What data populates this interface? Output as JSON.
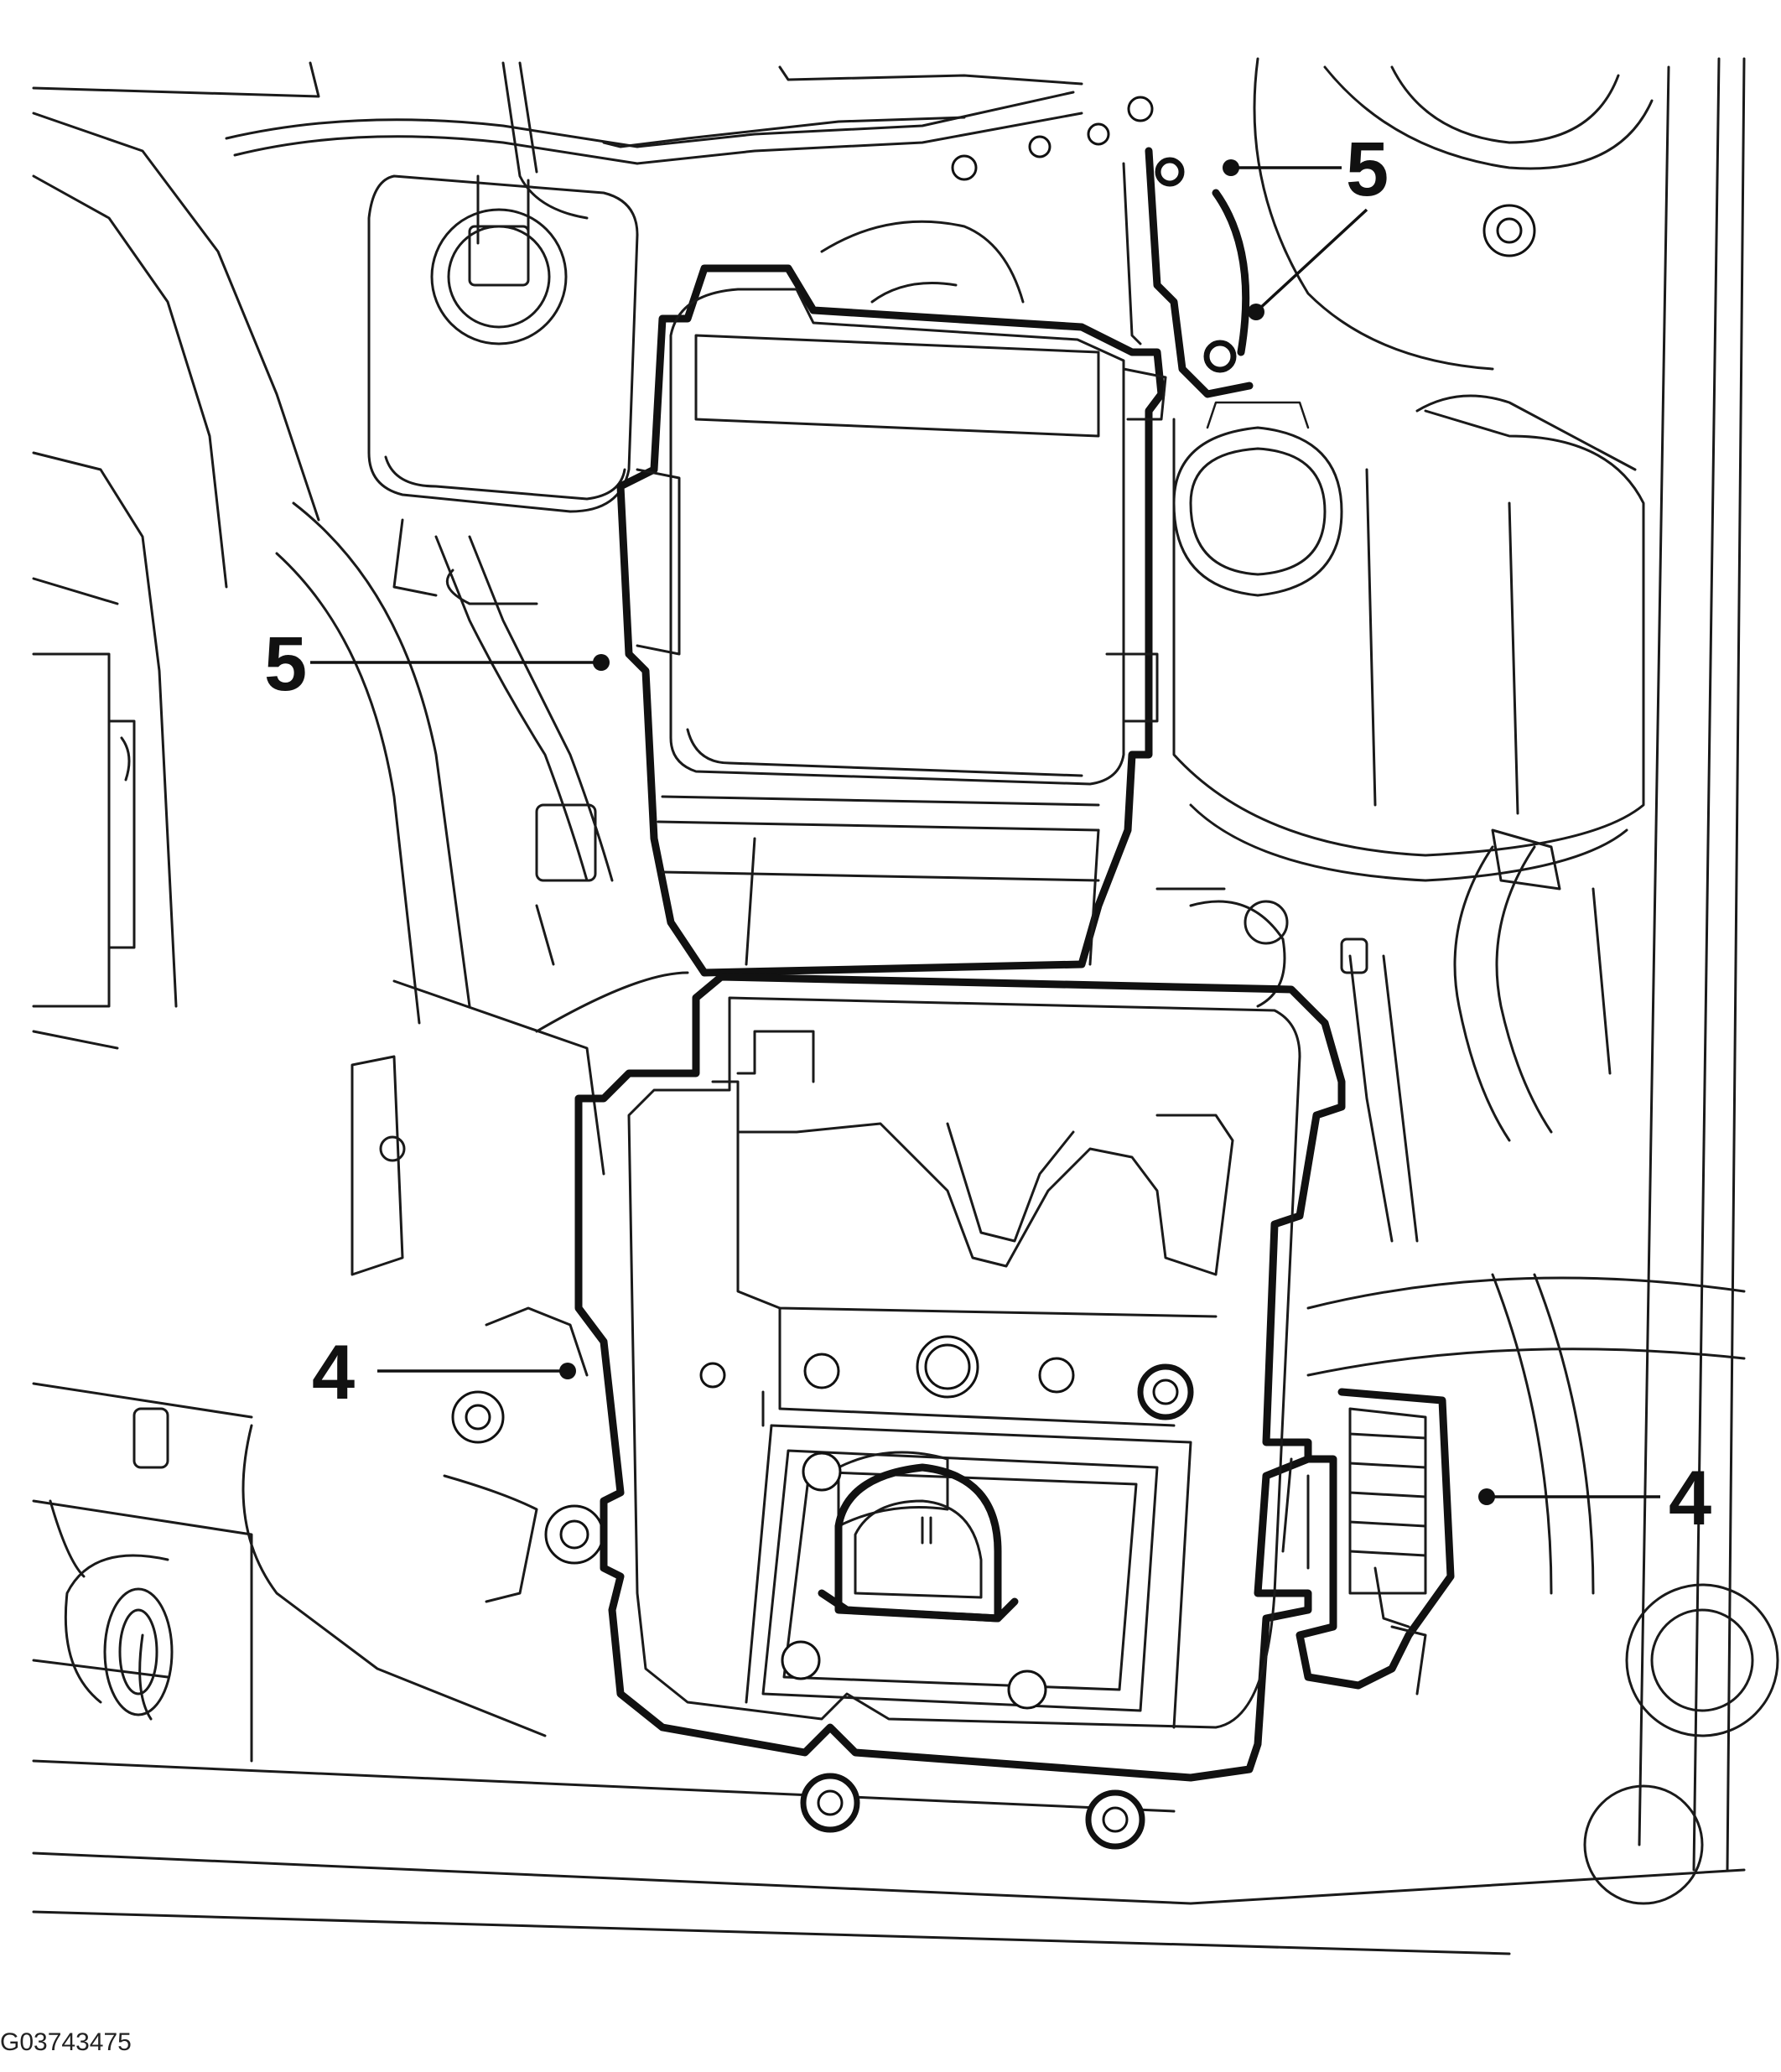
{
  "figure": {
    "id_label": "G03743475"
  },
  "callouts": [
    {
      "key": "c5a",
      "label": "5"
    },
    {
      "key": "c5b",
      "label": "5"
    },
    {
      "key": "c4a",
      "label": "4"
    },
    {
      "key": "c4b",
      "label": "4"
    }
  ],
  "colors": {
    "line": "#1a1a1a",
    "background": "#ffffff"
  }
}
